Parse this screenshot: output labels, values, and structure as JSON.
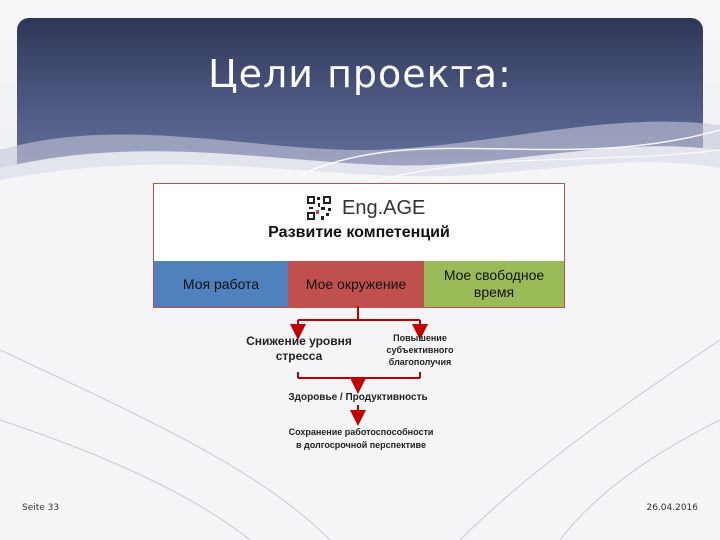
{
  "slide": {
    "title": "Цели проекта:",
    "footer_left": "Seite 33",
    "footer_right": "26.04.2016"
  },
  "diagram": {
    "logo_text": "Eng.AGE",
    "subtitle": "Развитие компетенций",
    "boxes": [
      {
        "label": "Моя работа",
        "color": "#4f81bd"
      },
      {
        "label": "Мое окружение",
        "color": "#c0504d"
      },
      {
        "label": "Мое свободное время",
        "color": "#9bbb59"
      }
    ],
    "flow": {
      "left_node": "Снижение уровня стресса",
      "right_node": "Повышение субъективного благополучия",
      "middle_node": "Здоровье / Продуктивность",
      "bottom_node": "Сохранение работоспособности в долгосрочной перспективе",
      "arrow_color": "#c00000"
    }
  }
}
